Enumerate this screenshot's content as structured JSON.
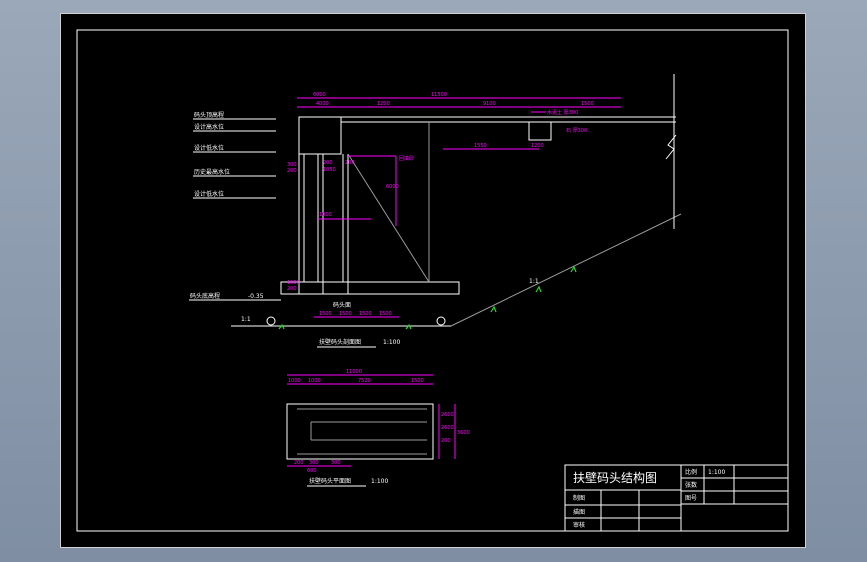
{
  "colors": {
    "dimension": "#ff00ff",
    "lines": "#ffffff",
    "background": "#000000",
    "grass": "#22dd22"
  },
  "section": {
    "title": "扶壁码头剖面图",
    "scale": "1:100",
    "water_levels": [
      "码头顶高程",
      "设计高水位",
      "设计低水位",
      "历史最高水位",
      "设计低水位"
    ],
    "bottom_level_label": "码头底高程",
    "bottom_level_value": "-0.35",
    "deck_label": "码头面",
    "backfill_label": "回填砂",
    "slope_label": "1:1",
    "dims_top": [
      "6000",
      "11500",
      "4000",
      "1200",
      "9100",
      "1500"
    ],
    "dims_mid": [
      "1550",
      "1200",
      "200",
      "1050",
      "200",
      "1000",
      "6000"
    ],
    "dims_left": [
      "300",
      "200",
      "1000",
      "200"
    ],
    "dims_base": [
      "1500",
      "1500",
      "1500",
      "1500"
    ],
    "notes": [
      "水泥土 厚300",
      "石 厚300"
    ]
  },
  "plan": {
    "title": "扶壁码头平面图",
    "scale": "1:100",
    "dims_top": [
      "11000",
      "1000",
      "1000",
      "7520",
      "1500"
    ],
    "dims_bottom": [
      "200",
      "300",
      "600",
      "300"
    ],
    "dims_right": [
      "2600",
      "2600",
      "200",
      "3600"
    ]
  },
  "title_block": {
    "drawing_title": "扶壁码头结构图",
    "rows": [
      "制图",
      "描图",
      "审核"
    ],
    "right_rows": [
      "比例",
      "张数",
      "图号"
    ],
    "scale_value": "1:100"
  }
}
